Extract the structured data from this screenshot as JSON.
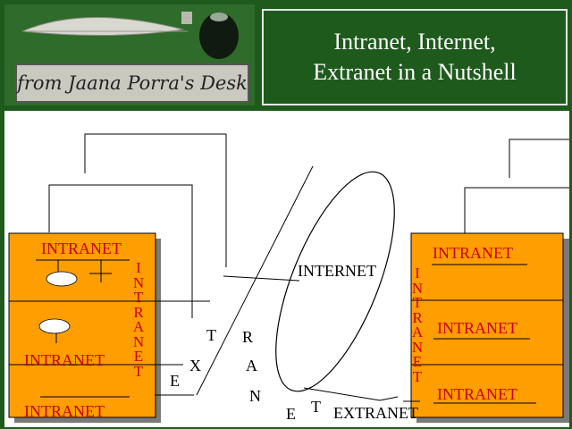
{
  "header": {
    "signature": "from Jaana Porra's Desk",
    "title_line1": "Intranet, Internet,",
    "title_line2": "Extranet in a Nutshell"
  },
  "diagram": {
    "left_intranet_top": "INTRANET",
    "left_intranet_mid": "INTRANET",
    "left_intranet_bottom": "INTRANET",
    "left_vertical": "INTRANET",
    "right_vertical": "INTRANET",
    "right_intranet_top": "INTRANET",
    "right_intranet_mid": "INTRANET",
    "right_intranet_bottom": "INTRANET",
    "internet": "INTERNET",
    "extranet_letters": [
      "E",
      "X",
      "T",
      "R",
      "A",
      "N",
      "E",
      "T"
    ],
    "extranet": "EXTRANET"
  },
  "colors": {
    "background": "#1e5a1c",
    "box_fill": "#ff9e00",
    "box_shadow": "#7a7a7a",
    "label_red": "#cc0000"
  }
}
